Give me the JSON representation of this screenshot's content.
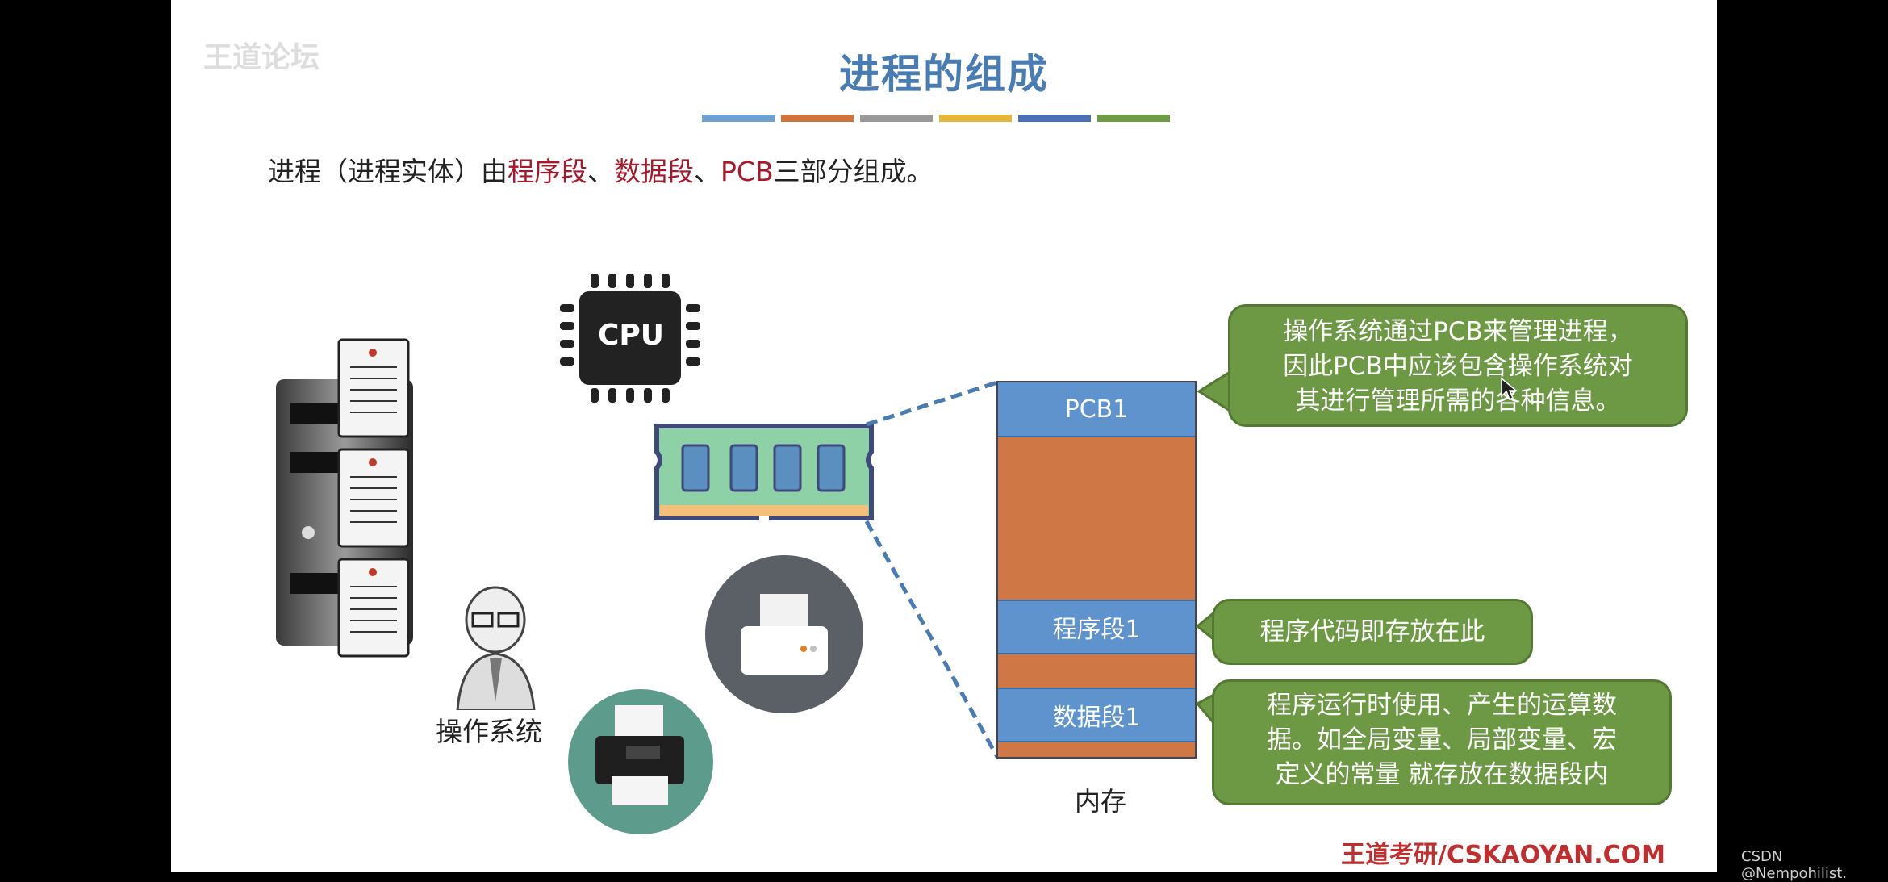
{
  "slide": {
    "watermark": "王道论坛",
    "title": "进程的组成",
    "title_bar_colors": [
      "#6fa0d2",
      "#d0733b",
      "#999999",
      "#e6b63a",
      "#4a6fb5",
      "#6d9c45"
    ],
    "sentence": {
      "prefix": "进程（进程实体）由",
      "prog": "程序段",
      "sep1": "、",
      "data": "数据段",
      "sep2": "、",
      "pcb": "PCB",
      "suffix": "三部分组成。"
    },
    "highlight_color": "#a8182a"
  },
  "cpu": {
    "label": "CPU"
  },
  "os_label": "操作系统",
  "memory": {
    "label": "内存",
    "segments": {
      "pcb": "PCB1",
      "program": "程序段1",
      "data": "数据段1"
    },
    "colors": {
      "segment": "#5e93cd",
      "fill": "#d07845"
    }
  },
  "bubbles": {
    "pcb": [
      "操作系统通过PCB来管理进程，",
      "因此PCB中应该包含操作系统对",
      "其进行管理所需的各种信息。"
    ],
    "program": "程序代码即存放在此",
    "data": [
      "程序运行时使用、产生的运算数",
      "据。如全局变量、局部变量、宏",
      "定义的常量 就存放在数据段内"
    ],
    "color": "#6d9844"
  },
  "footer": "王道考研/CSKAOYAN.COM",
  "csdn": "CSDN @Nempohilist."
}
